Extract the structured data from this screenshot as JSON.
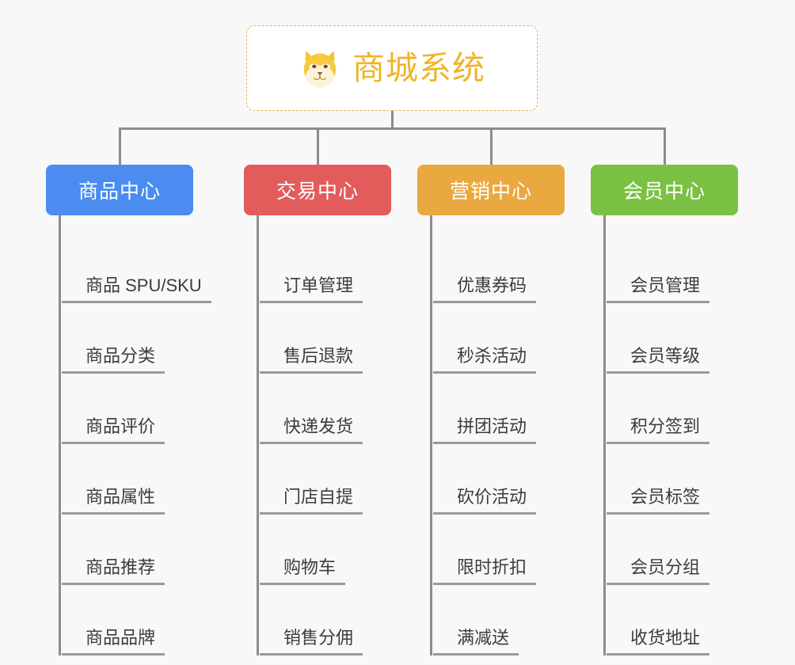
{
  "root": {
    "title": "商城系统",
    "icon": "shiba-dog-face-icon",
    "border_color": "#e8b457",
    "text_color": "#f0b429",
    "background": "#ffffff"
  },
  "diagram": {
    "type": "tree",
    "background": "#f8f8f8",
    "connector_color": "#8c8c8c",
    "leaf_underline_color": "#9a9a9a",
    "leaf_text_color": "#3c3c3c"
  },
  "columns": [
    {
      "header": "商品中心",
      "color": "#4a8cf0",
      "leaves": [
        "商品 SPU/SKU",
        "商品分类",
        "商品评价",
        "商品属性",
        "商品推荐",
        "商品品牌"
      ]
    },
    {
      "header": "交易中心",
      "color": "#e25c5c",
      "leaves": [
        "订单管理",
        "售后退款",
        "快递发货",
        "门店自提",
        "购物车",
        "销售分佣"
      ]
    },
    {
      "header": "营销中心",
      "color": "#eaa840",
      "leaves": [
        "优惠券码",
        "秒杀活动",
        "拼团活动",
        "砍价活动",
        "限时折扣",
        "满减送"
      ]
    },
    {
      "header": "会员中心",
      "color": "#7ac143",
      "leaves": [
        "会员管理",
        "会员等级",
        "积分签到",
        "会员标签",
        "会员分组",
        "收货地址"
      ]
    }
  ]
}
